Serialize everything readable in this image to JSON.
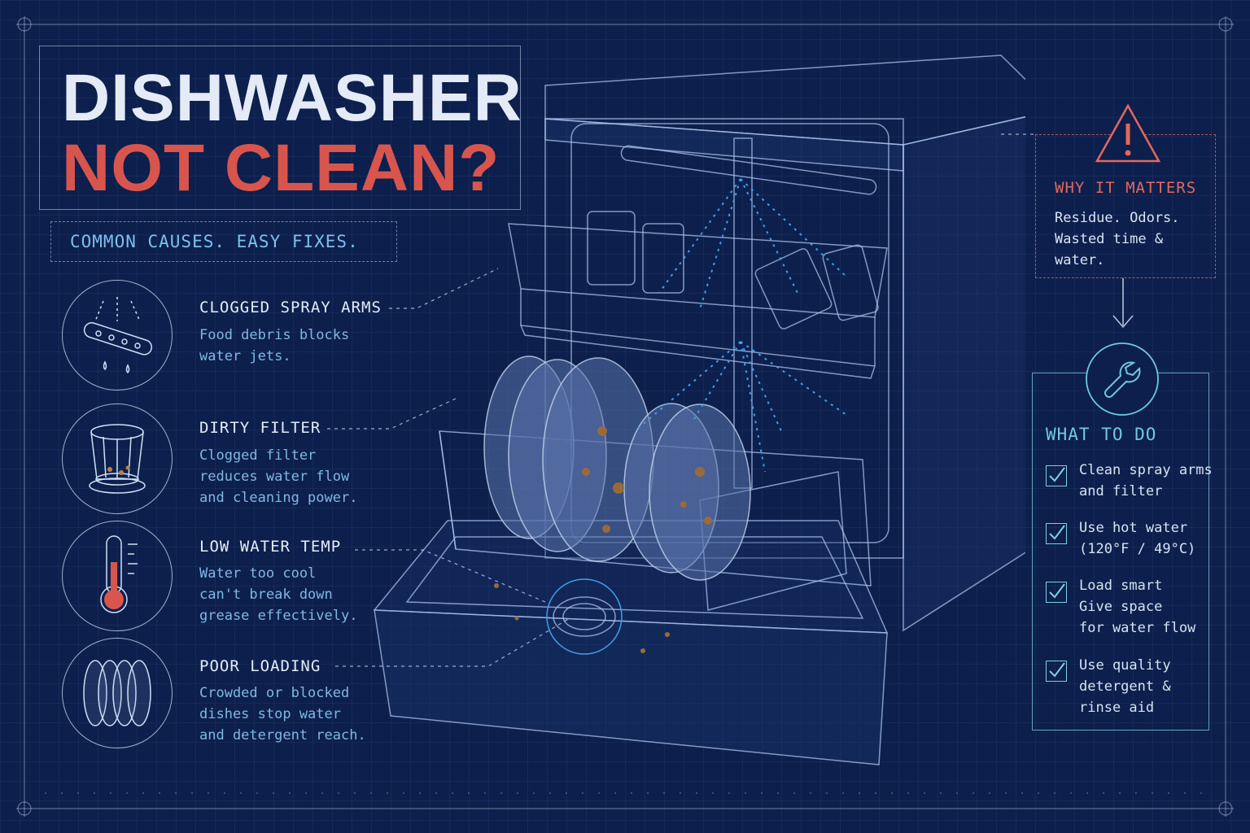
{
  "title": {
    "line1": "DISHWASHER",
    "line2": "NOT CLEAN?"
  },
  "subtitle": "COMMON CAUSES. EASY FIXES.",
  "causes": [
    {
      "title": "CLOGGED SPRAY ARMS",
      "description": "Food debris blocks\nwater jets.",
      "icon": "spray-arm-icon"
    },
    {
      "title": "DIRTY FILTER",
      "description": "Clogged filter\nreduces water flow\nand cleaning power.",
      "icon": "filter-icon"
    },
    {
      "title": "LOW WATER TEMP",
      "description": "Water too cool\ncan't break down\ngrease effectively.",
      "icon": "thermometer-icon"
    },
    {
      "title": "POOR LOADING",
      "description": "Crowded or blocked\ndishes stop water\nand detergent reach.",
      "icon": "stacked-plates-icon"
    }
  ],
  "why": {
    "title": "WHY IT MATTERS",
    "text": "Residue. Odors. Wasted time & water.",
    "icon": "warning-triangle-icon"
  },
  "todo": {
    "title": "WHAT TO DO",
    "icon": "wrench-icon",
    "items": [
      "Clean spray arms\nand filter",
      "Use hot water\n(120°F / 49°C)",
      "Load smart\nGive space\nfor water flow",
      "Use quality\ndetergent &\nrinse aid"
    ]
  },
  "colors": {
    "background": "#0d1f4c",
    "accent_red": "#d8554e",
    "accent_cyan": "#6fc9e0",
    "light_text": "#e4ebf6",
    "muted_text": "#7fb8e4"
  }
}
